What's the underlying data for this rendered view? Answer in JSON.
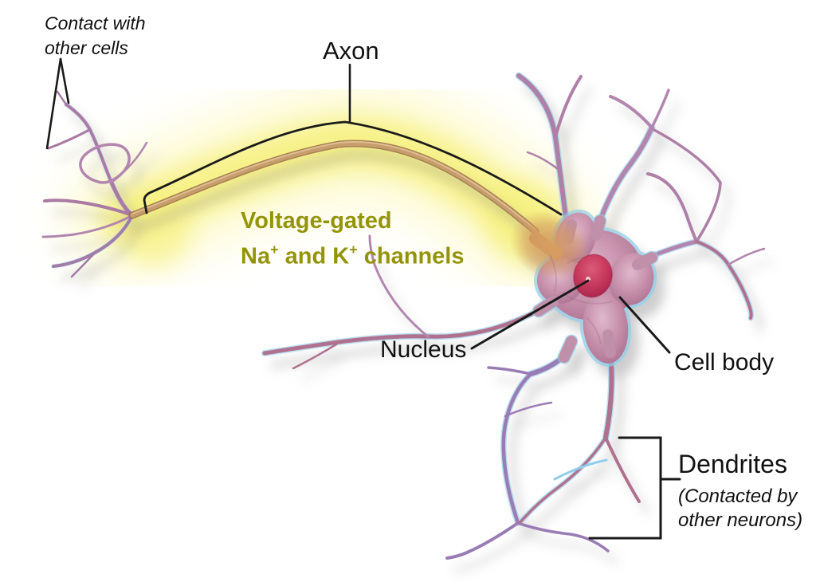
{
  "figure": {
    "type": "labeled-diagram",
    "subject": "neuron"
  },
  "labels": {
    "contact": {
      "line1": "Contact with",
      "line2": "other cells"
    },
    "axon": "Axon",
    "channels": {
      "line1": "Voltage-gated",
      "na": "Na",
      "sup1": "+",
      "mid": " and K",
      "sup2": "+",
      "tail": " channels",
      "color": "#949409"
    },
    "nucleus": "Nucleus",
    "cell_body": "Cell body",
    "dendrites": {
      "title": "Dendrites",
      "subtitle1": "(Contacted by",
      "subtitle2": "other neurons)"
    }
  },
  "colors": {
    "background": "#ffffff",
    "annotation_lines": "#1a1a1a",
    "axon_glow": "#f6f07b",
    "axon_fiber": "#c49868",
    "membrane_pink": "#c795ad",
    "membrane_blue_edge": "#8fcde9",
    "nucleus_red": "#c23a5c",
    "hillock_orange": "#d49a5c",
    "dendrite_mauve": "#ae7fa7",
    "dendrite_purple": "#9a7cb5"
  }
}
